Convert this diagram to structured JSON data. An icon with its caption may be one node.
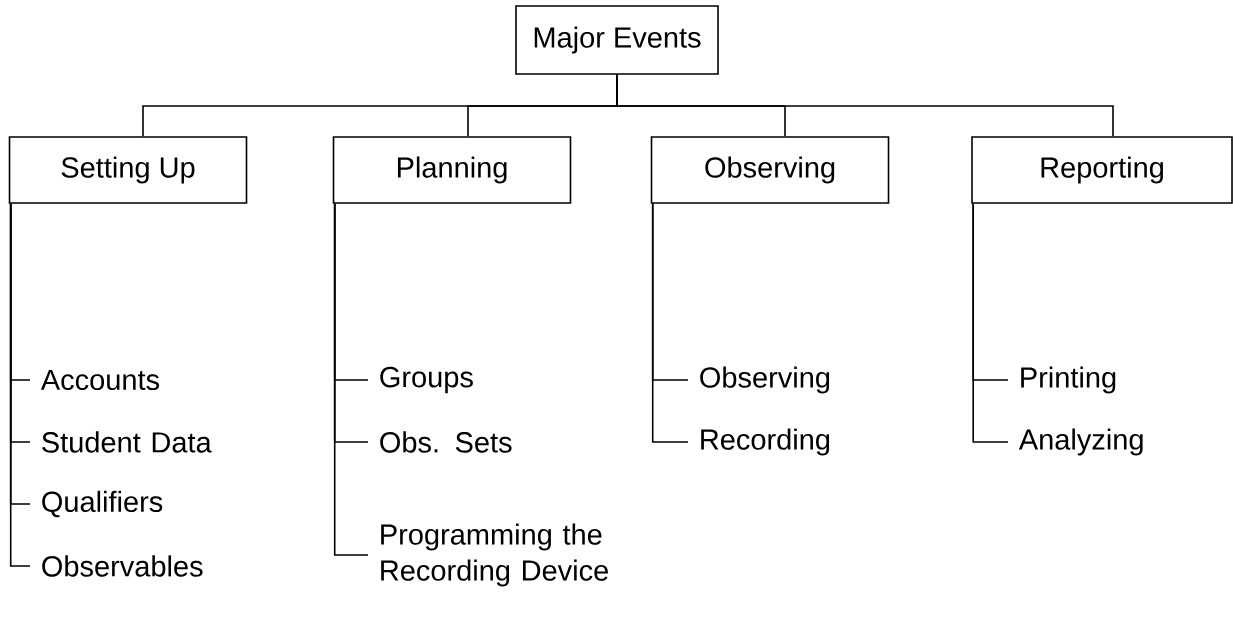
{
  "diagram": {
    "nodes": [
      {
        "text": [
          "Major Events"
        ]
      },
      {
        "text": [
          "Setting Up"
        ]
      },
      {
        "text": [
          "Planning"
        ]
      },
      {
        "text": [
          "Observing"
        ]
      },
      {
        "text": [
          "Reporting"
        ]
      },
      {
        "text": [
          "Accounts"
        ]
      },
      {
        "text": [
          "Student Data"
        ]
      },
      {
        "text": [
          "Qualifiers"
        ]
      },
      {
        "text": [
          "Observables"
        ]
      },
      {
        "text": [
          "Groups"
        ]
      },
      {
        "text": [
          "Obs. Sets"
        ]
      },
      {
        "text": [
          "Programming the Recording Device"
        ]
      },
      {
        "text": [
          "Observing"
        ]
      },
      {
        "text": [
          "Recording"
        ]
      },
      {
        "text": [
          "Printing"
        ]
      },
      {
        "text": [
          "Analyzing"
        ]
      }
    ],
    "edges": [
      {
        "from": 0,
        "to": 1,
        "arrow": "none"
      },
      {
        "from": 0,
        "to": 2,
        "arrow": "none"
      },
      {
        "from": 0,
        "to": 3,
        "arrow": "none"
      },
      {
        "from": 0,
        "to": 4,
        "arrow": "none"
      },
      {
        "from": 1,
        "to": 5,
        "arrow": "none"
      },
      {
        "from": 1,
        "to": 6,
        "arrow": "none"
      },
      {
        "from": 1,
        "to": 7,
        "arrow": "none"
      },
      {
        "from": 1,
        "to": 8,
        "arrow": "none"
      },
      {
        "from": 2,
        "to": 9,
        "arrow": "none"
      },
      {
        "from": 2,
        "to": 10,
        "arrow": "none"
      },
      {
        "from": 2,
        "to": 11,
        "arrow": "none"
      },
      {
        "from": 3,
        "to": 12,
        "arrow": "none"
      },
      {
        "from": 3,
        "to": 13,
        "arrow": "none"
      },
      {
        "from": 4,
        "to": 14,
        "arrow": "none"
      },
      {
        "from": 4,
        "to": 15,
        "arrow": "none"
      }
    ]
  }
}
